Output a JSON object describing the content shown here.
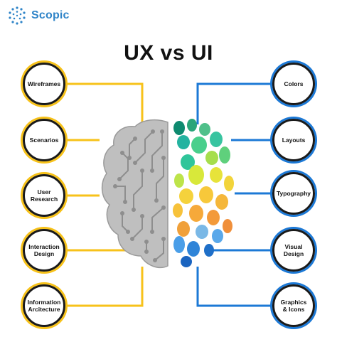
{
  "brand": {
    "name": "Scopic"
  },
  "title": "UX vs UI",
  "colors": {
    "ux_accent": "#f7c21a",
    "ui_accent": "#1c79d6",
    "node_border_dark": "#1a1a1a",
    "brain_gray": "#bfbfbf",
    "circuit": "#8e8e8e"
  },
  "ux_items": [
    {
      "label": "Wireframes"
    },
    {
      "label": "Scenarios"
    },
    {
      "label": "User\nResearch"
    },
    {
      "label": "Interaction\nDesign"
    },
    {
      "label": "Information\nArcitecture"
    }
  ],
  "ui_items": [
    {
      "label": "Colors"
    },
    {
      "label": "Layouts"
    },
    {
      "label": "Typography"
    },
    {
      "label": "Visual\nDesign"
    },
    {
      "label": "Graphics\n& Icons"
    }
  ]
}
